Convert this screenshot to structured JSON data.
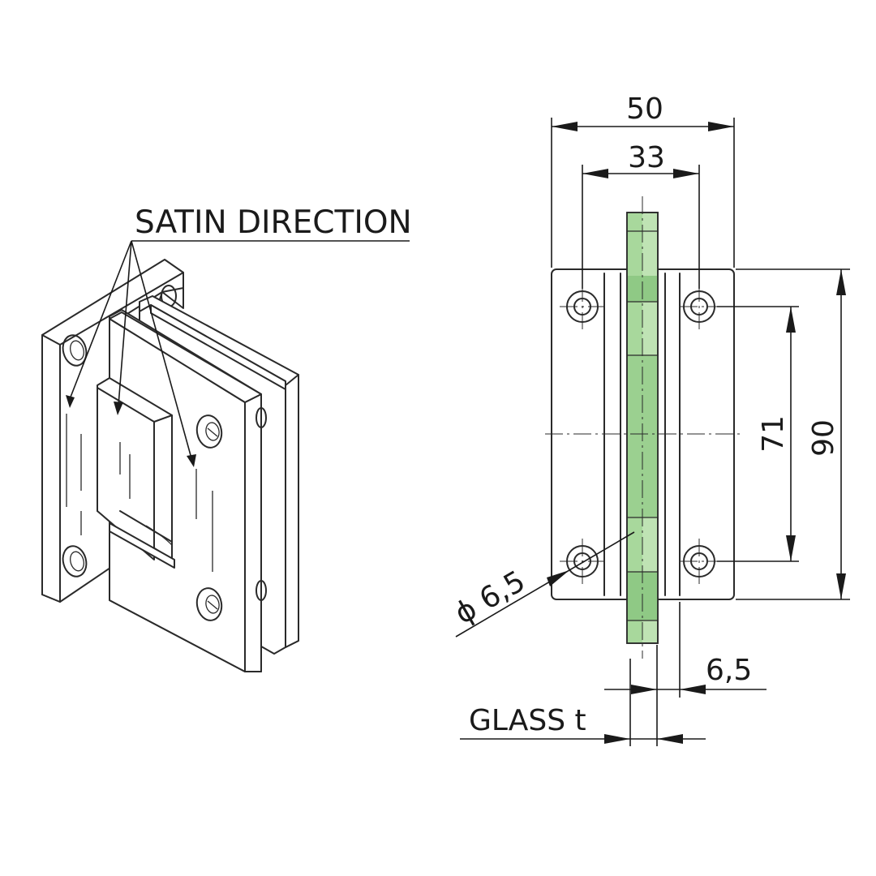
{
  "annotation": {
    "satin_direction": "SATIN DIRECTION"
  },
  "dimensions": {
    "overall_width": "50",
    "hole_spacing_width": "33",
    "hole_spacing_height": "71",
    "overall_height": "90",
    "hole_diameter": "ϕ 6,5",
    "plate_thickness": "6,5",
    "glass_thickness": "GLASS t"
  },
  "colors": {
    "line": "#2a2a2a",
    "glass_fill": "#bfe3b4",
    "glass_dark": "#8fc985",
    "background": "#ffffff"
  }
}
